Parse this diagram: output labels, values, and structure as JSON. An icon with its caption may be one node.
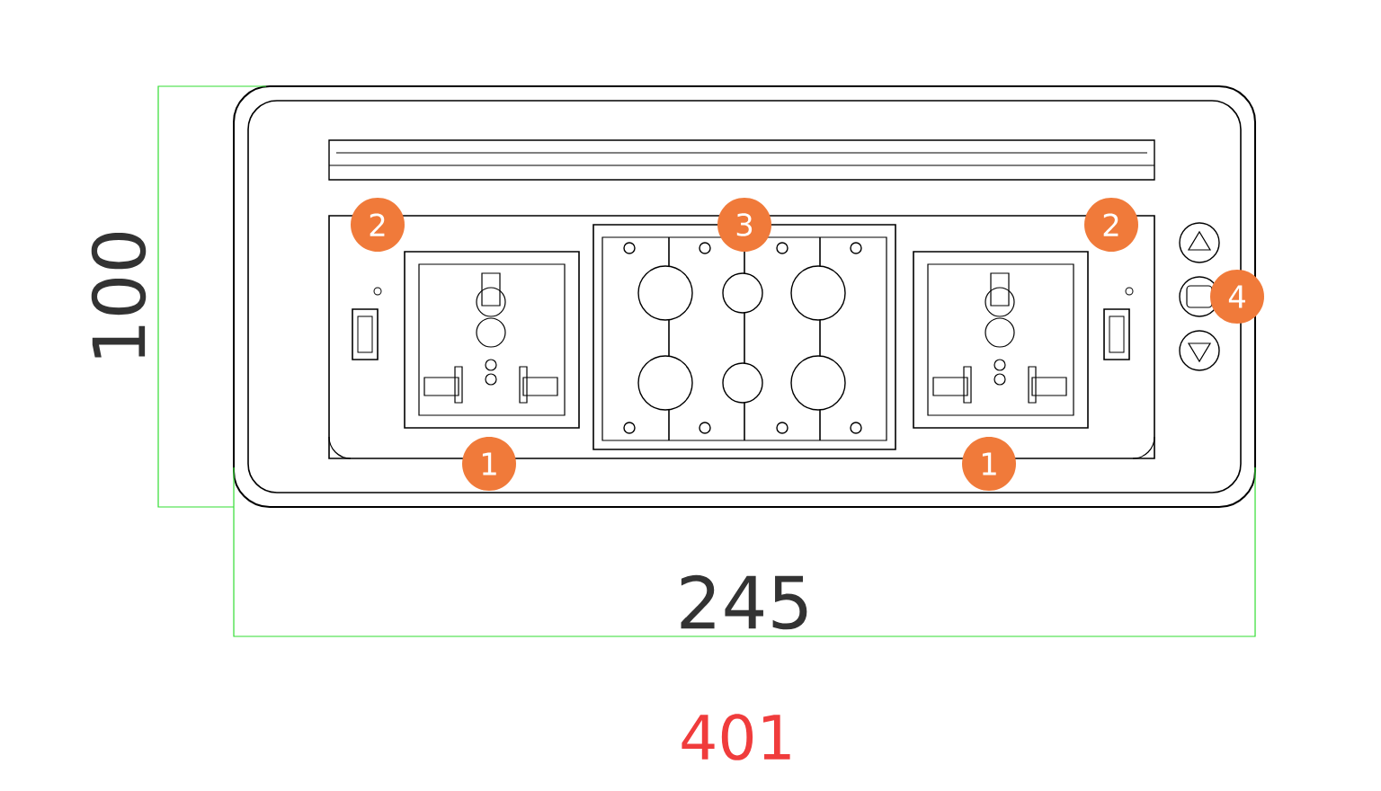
{
  "diagram": {
    "labels": [
      "2",
      "3",
      "2",
      "100",
      "4",
      "1",
      "1",
      "245",
      "401"
    ]
  }
}
